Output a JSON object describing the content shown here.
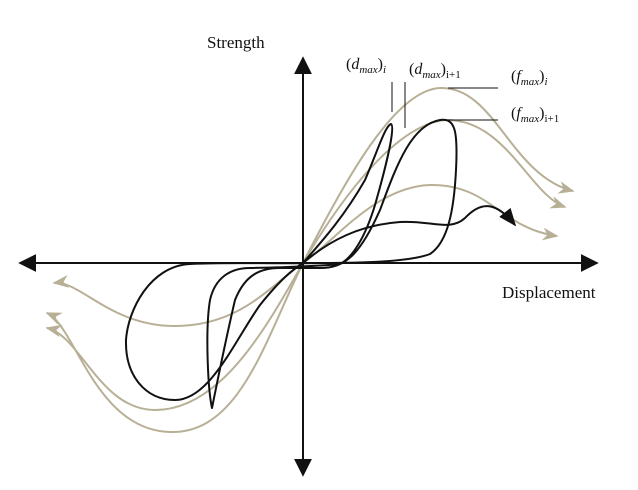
{
  "axes": {
    "y_label": "Strength",
    "x_label": "Displacement"
  },
  "annotations": {
    "d_max_i": {
      "open": "(",
      "symbol": "d",
      "subscript": "max",
      "close": ")",
      "index": "i"
    },
    "d_max_i1": {
      "open": "(",
      "symbol": "d",
      "subscript": "max",
      "close": ")",
      "index": "i+1"
    },
    "f_max_i": {
      "open": "(",
      "symbol": "f",
      "subscript": "max",
      "close": ")",
      "index": "i"
    },
    "f_max_i1": {
      "open": "(",
      "symbol": "f",
      "subscript": "max",
      "close": ")",
      "index": "i+1"
    }
  },
  "colors": {
    "axis": "#111111",
    "hysteresis_loop": "#111111",
    "backbone_curves": "#b8b096"
  }
}
